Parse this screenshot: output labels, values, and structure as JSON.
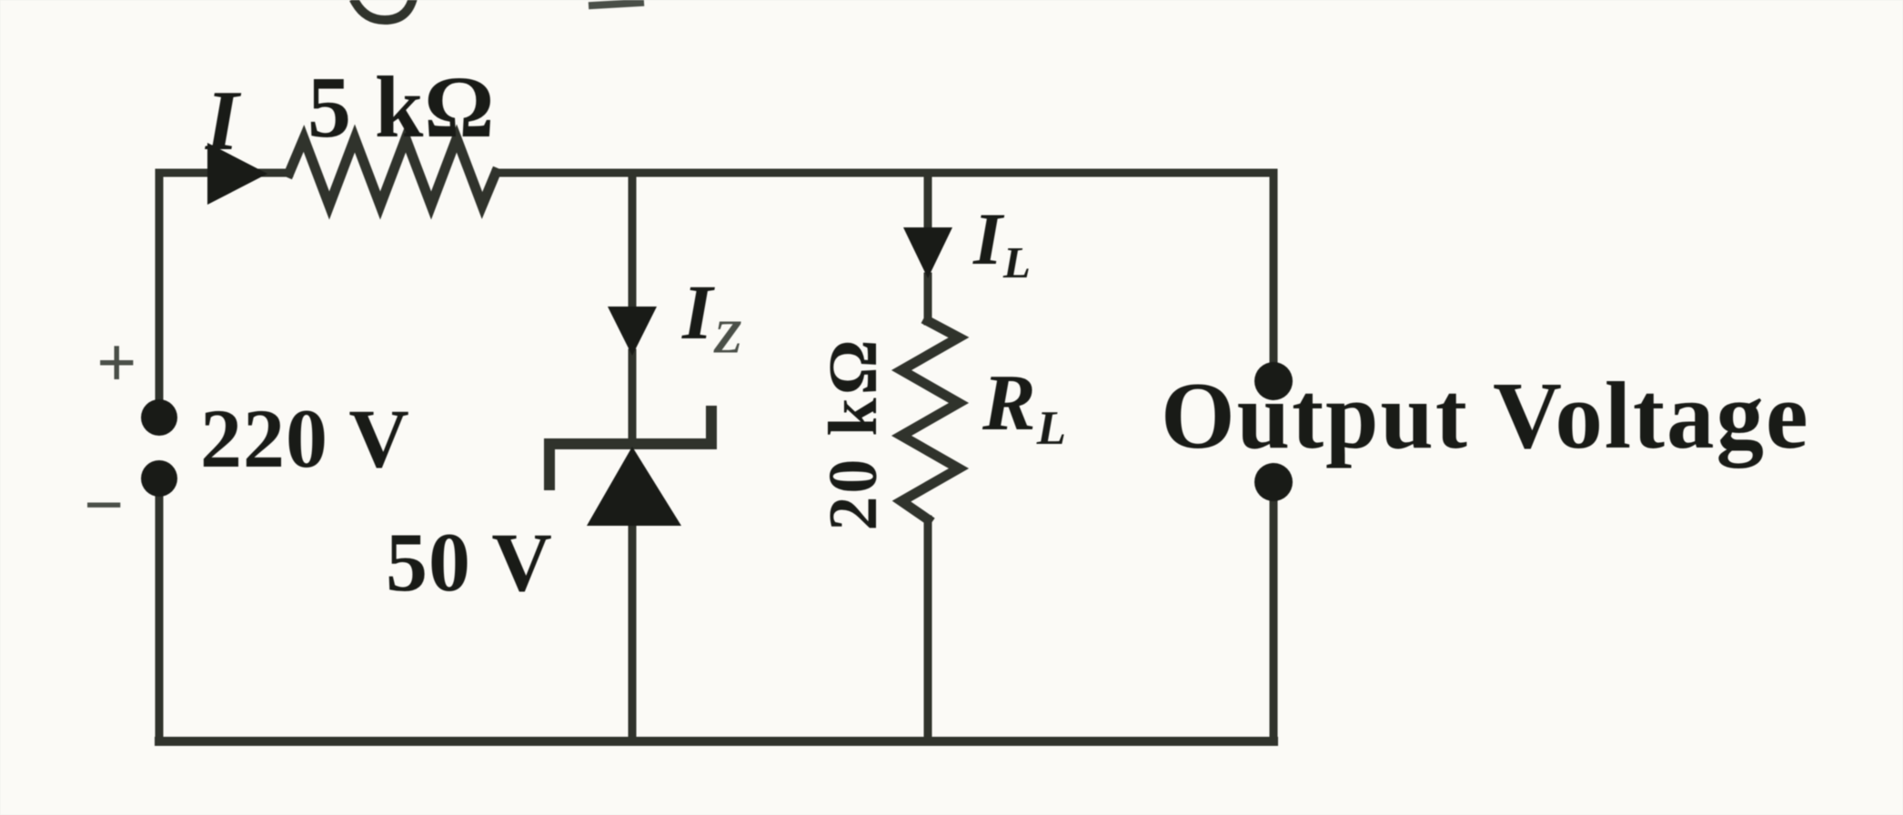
{
  "figure_type": "zener-voltage-regulator-circuit",
  "colors": {
    "paper": "#fbfaf6",
    "ink": "#191b17",
    "wire": "#30332c",
    "faded": "#4a4f48"
  },
  "circuit": {
    "source": {
      "voltage": "220 V",
      "plus": "+",
      "minus": "−"
    },
    "series_resistor": {
      "value": "5 kΩ",
      "current_label": "I"
    },
    "zener": {
      "breakdown_voltage": "50 V",
      "current_base": "I",
      "current_sub": "Z"
    },
    "load": {
      "resistance": "20 kΩ",
      "resistor_base": "R",
      "resistor_sub": "L",
      "current_base": "I",
      "current_sub": "L"
    },
    "output": {
      "label": "Output Voltage"
    }
  }
}
